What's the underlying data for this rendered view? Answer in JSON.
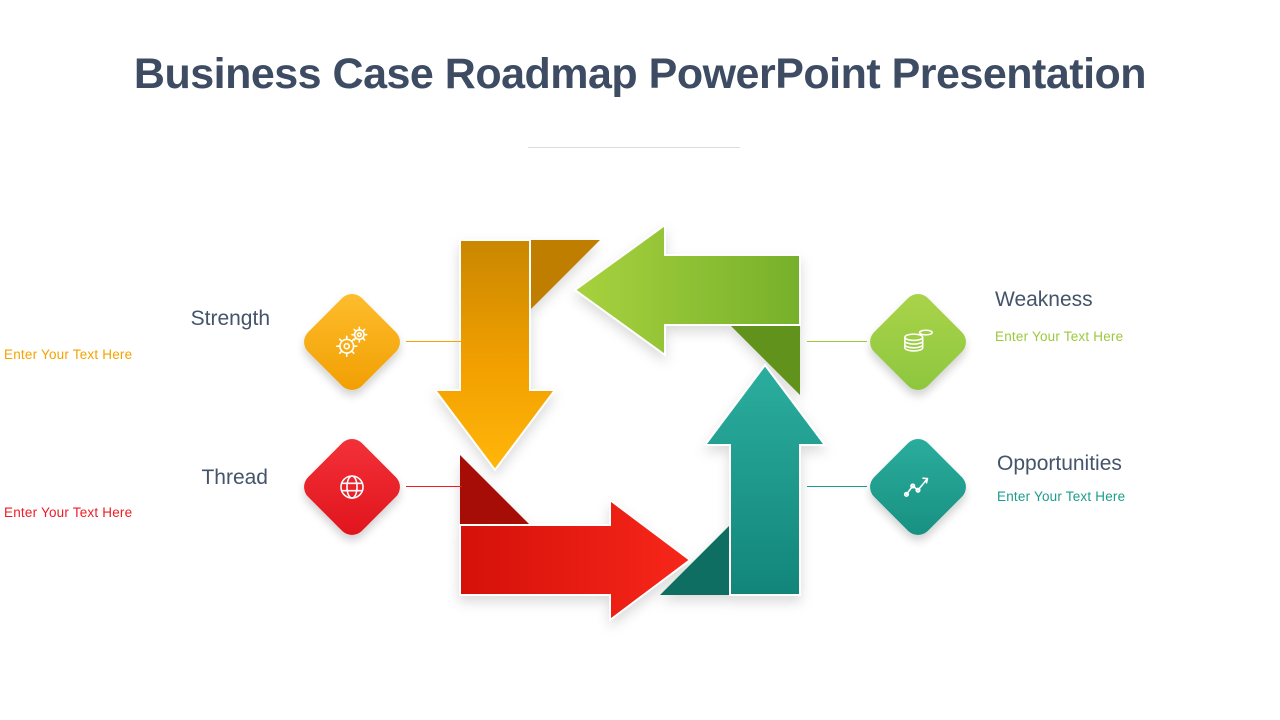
{
  "slide": {
    "title": "Business Case Roadmap PowerPoint Presentation"
  },
  "items": [
    {
      "label": "Strength",
      "placeholder": "Enter Your Text Here",
      "color": "#F5A300",
      "icon": "gears-icon"
    },
    {
      "label": "Weakness",
      "placeholder": "Enter Your Text Here",
      "color": "#8CC63E",
      "icon": "coins-icon"
    },
    {
      "label": "Thread",
      "placeholder": "Enter Your Text Here",
      "color": "#ED1C24",
      "icon": "globe-icon"
    },
    {
      "label": "Opportunities",
      "placeholder": "Enter Your Text Here",
      "color": "#1C9C8C",
      "icon": "chart-icon"
    }
  ],
  "colors": {
    "title_text": "#3E4C63",
    "label_text": "#44546A",
    "divider": "#dcdcdc",
    "orange": "#F5A300",
    "orange_dark": "#BF7E00",
    "green": "#8CC63E",
    "green_dark": "#61921B",
    "red": "#ED1C24",
    "red_dark": "#A60D07",
    "teal": "#1C9C8C",
    "teal_dark": "#0E6E62"
  }
}
